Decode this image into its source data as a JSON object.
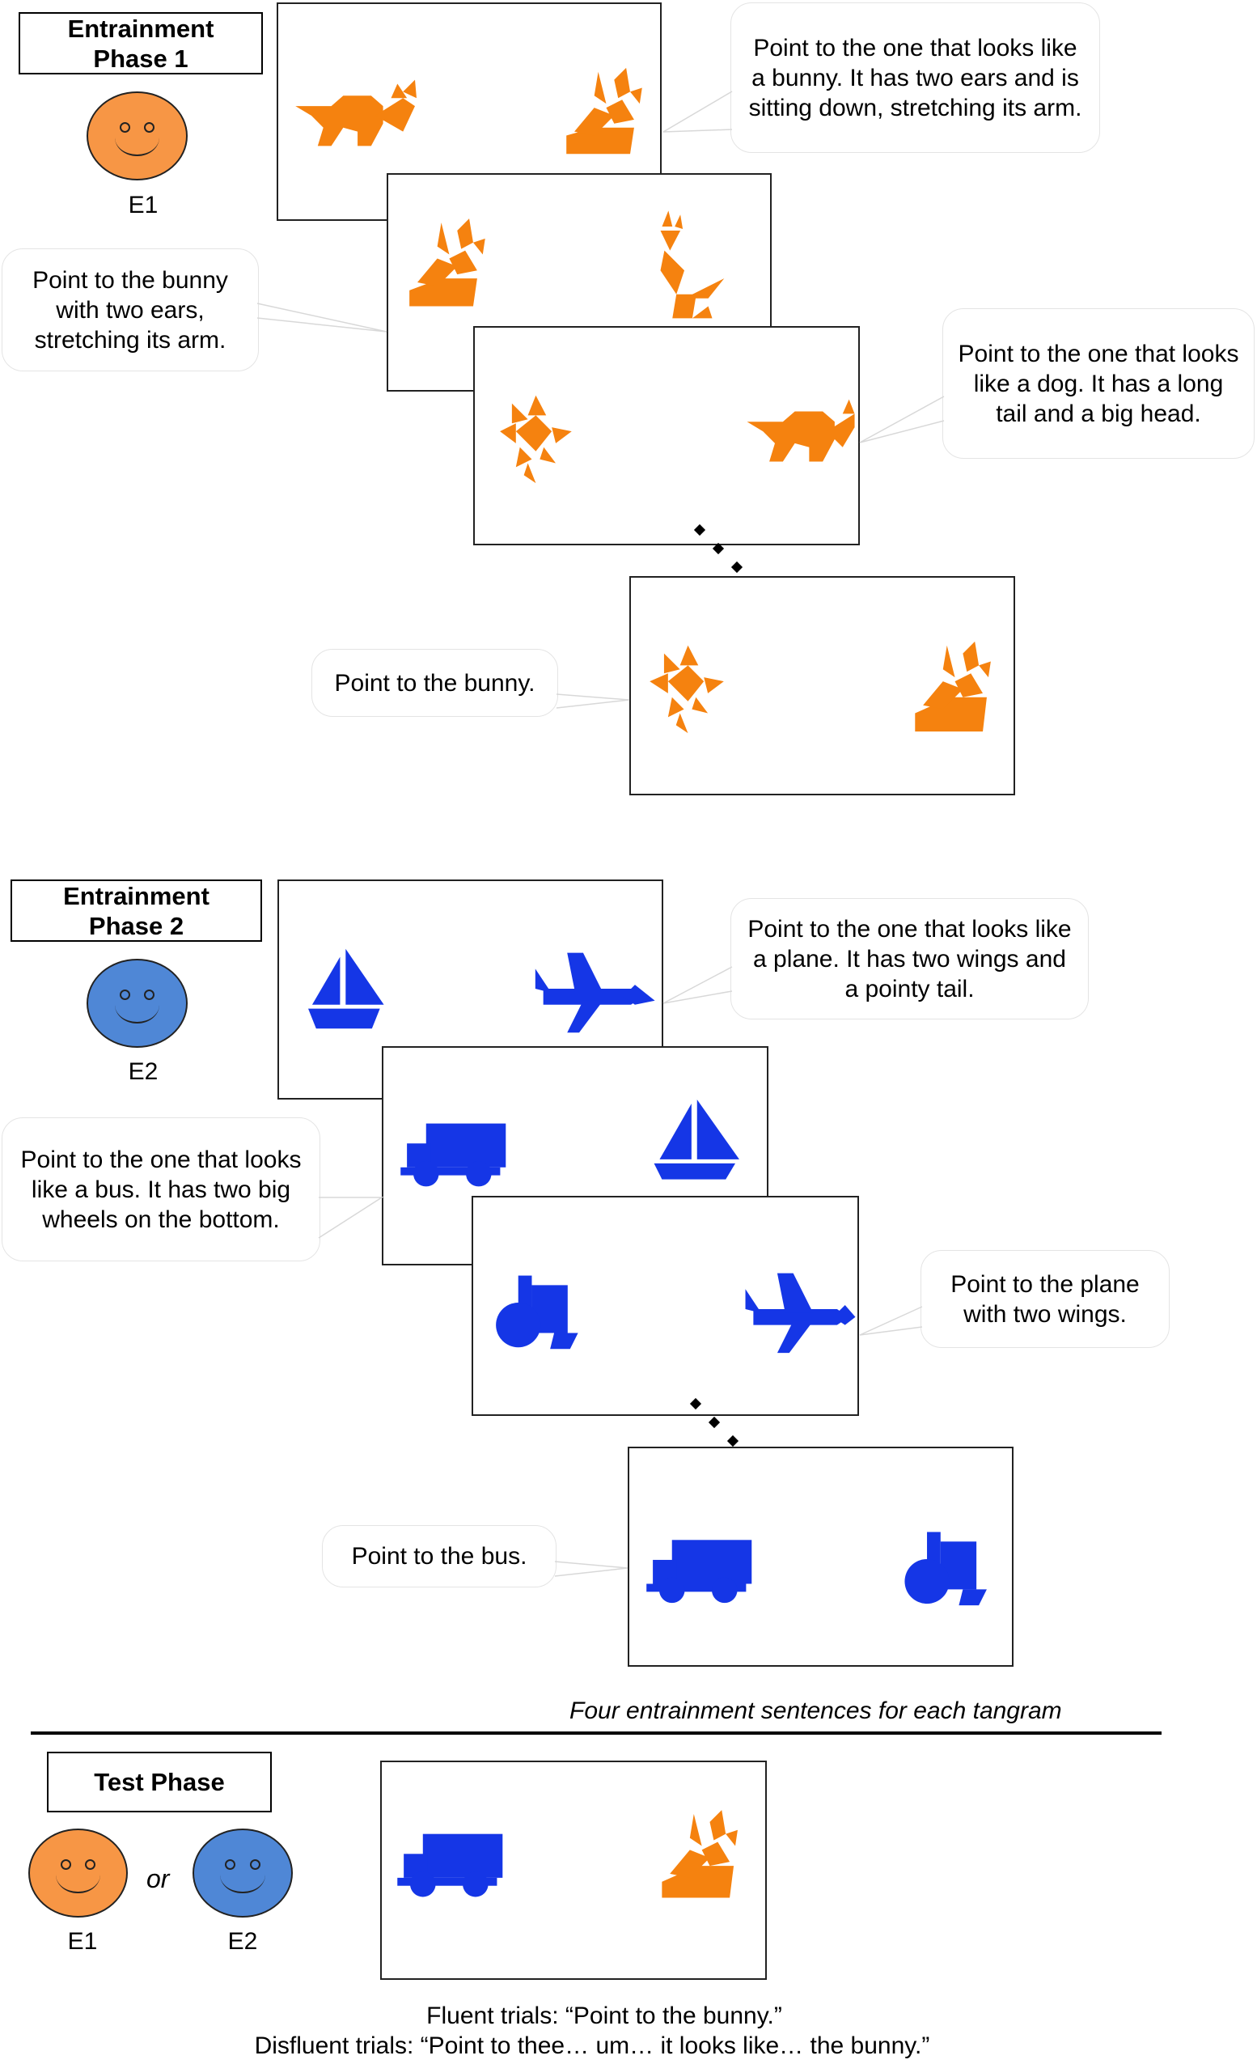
{
  "phase1": {
    "title_line1": "Entrainment",
    "title_line2": "Phase 1",
    "speaker": "E1",
    "speaker_color": "#f79645",
    "bubble_a": "Point to the one that looks like a bunny. It has two ears and is sitting down, stretching its arm.",
    "bubble_b": "Point to the bunny with two ears, stretching its arm.",
    "bubble_c": "Point to the one that looks like a dog. It has a long tail and a big head.",
    "bubble_d": "Point to the bunny."
  },
  "phase2": {
    "title_line1": "Entrainment",
    "title_line2": "Phase 2",
    "speaker": "E2",
    "speaker_color": "#4f87d6",
    "bubble_a": "Point to the one  that looks like a plane. It has two wings and a pointy tail.",
    "bubble_b": "Point to the one that looks like a bus. It has two big wheels on the bottom.",
    "bubble_c": "Point to the plane with two wings.",
    "bubble_d": "Point to the bus."
  },
  "caption": "Four entrainment sentences for each tangram",
  "test": {
    "title": "Test Phase",
    "speaker1": "E1",
    "or": "or",
    "speaker2": "E2",
    "fluent": "Fluent trials: “Point to the bunny.”",
    "disfluent": "Disfluent trials: “Point to thee… um… it looks like… the bunny.”"
  },
  "colors": {
    "tangram_orange": "#f5820f",
    "tangram_blue": "#1536e6"
  }
}
